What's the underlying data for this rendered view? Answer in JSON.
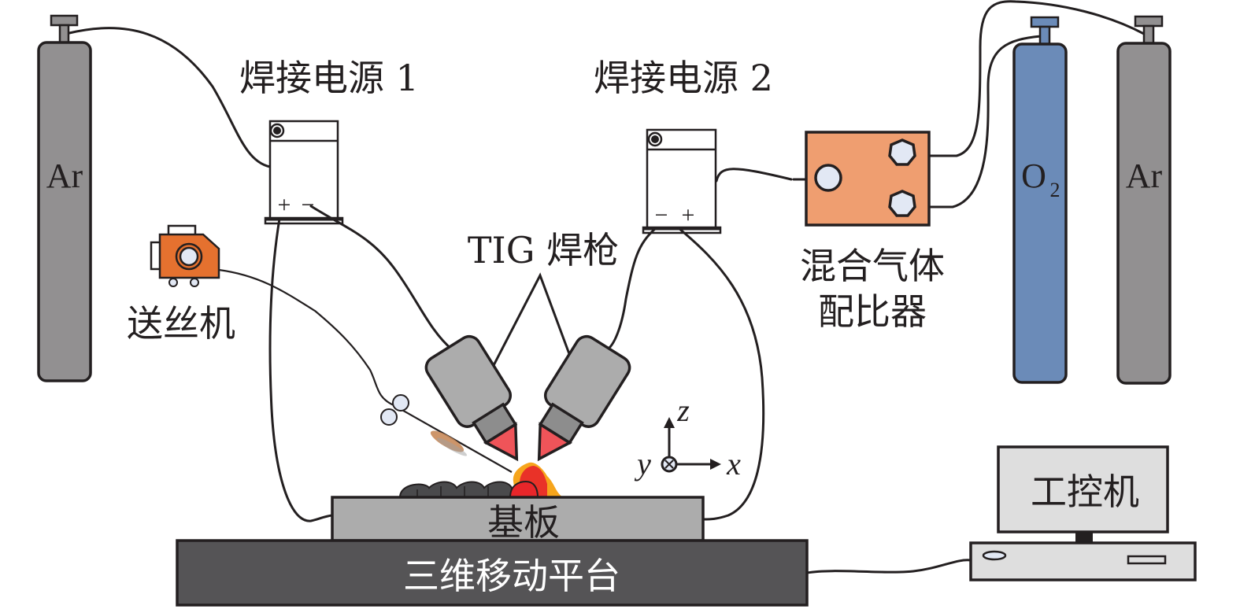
{
  "title": "双TIG焊枪电弧增材制造系统示意图",
  "colors": {
    "ar_cylinder": "#929091",
    "o2_cylinder": "#6b8bb8",
    "gas_mixer": "#ef9e70",
    "wire_feeder": "#e5712f",
    "torch_body": "#acacac",
    "torch_nozzle": "#8d8d8d",
    "torch_tip": "#ef5459",
    "substrate": "#acacac",
    "platform": "#555456",
    "computer": "#dedede",
    "knob": "#e2e8f4",
    "weld_bead": "#4a4a4c",
    "molten_pool": "#e8262a",
    "arc_outer": "#f6a51c"
  },
  "labels": {
    "ar_left": "Ar",
    "ar_right": "Ar",
    "o2_main": "O",
    "o2_sub": "2",
    "power1": "焊接电源 1",
    "power2": "焊接电源 2",
    "power1_polarity_plus": "+",
    "power1_polarity_minus": "−",
    "power2_polarity_minus": "−",
    "power2_polarity_plus": "+",
    "wire_feeder": "送丝机",
    "tig_torch": "TIG 焊枪",
    "gas_mixer_line1": "混合气体",
    "gas_mixer_line2": "配比器",
    "substrate": "基板",
    "platform": "三维移动平台",
    "computer": "工控机",
    "axis_x": "x",
    "axis_y": "y",
    "axis_z": "z"
  }
}
